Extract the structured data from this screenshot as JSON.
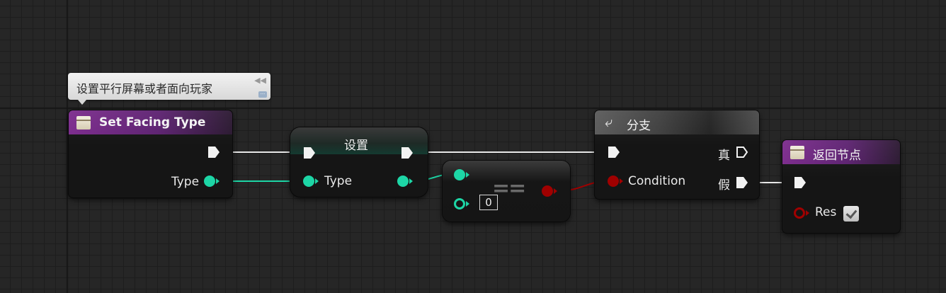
{
  "comment": {
    "text": "设置平行屏幕或者面向玩家"
  },
  "nodes": {
    "set_facing_type": {
      "title": "Set Facing Type",
      "type_label": "Type"
    },
    "set_variable": {
      "title": "设置",
      "type_label": "Type"
    },
    "equal": {
      "title": "==",
      "default_value": "0"
    },
    "branch": {
      "title": "分支",
      "condition_label": "Condition",
      "true_label": "真",
      "false_label": "假"
    },
    "return": {
      "title": "返回节点",
      "res_label": "Res",
      "res_value": true
    }
  },
  "colors": {
    "exec_wire": "#e8e8e8",
    "enum_pin": "#1dd6a6",
    "bool_pin": "#a00000",
    "function_header": "#7b2a8c",
    "branch_header": "#5a5a5a",
    "grid_background": "#262626"
  },
  "icons": {
    "function": "function-icon",
    "branch": "branch-icon",
    "return": "function-icon"
  }
}
